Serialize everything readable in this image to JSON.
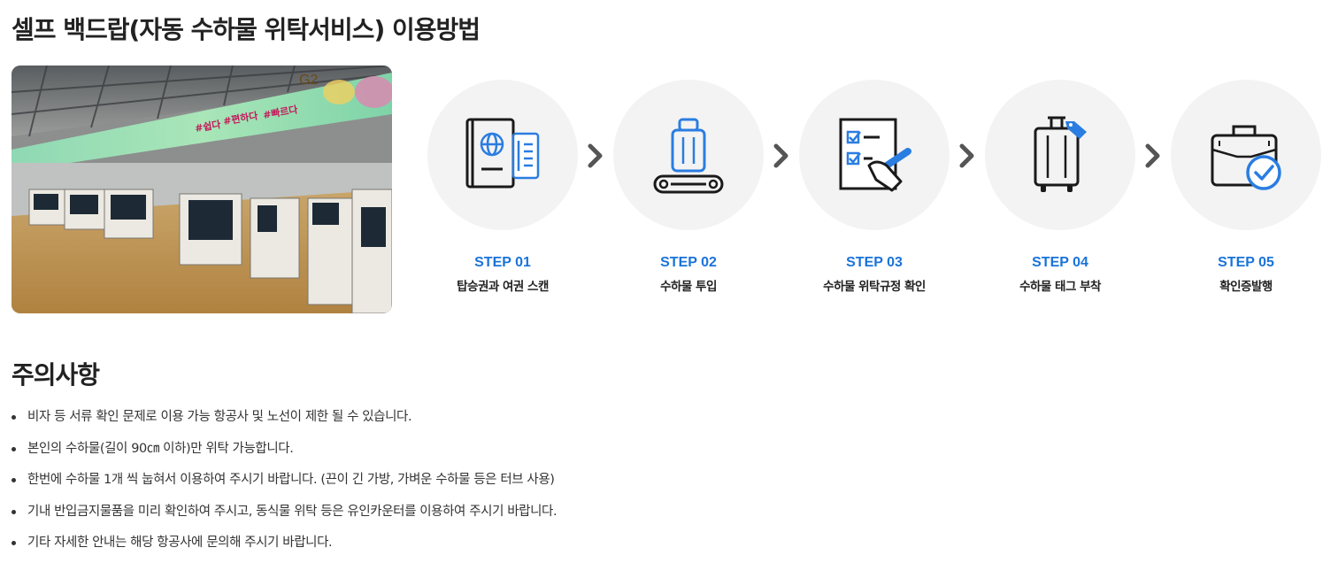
{
  "page": {
    "title": "셀프 백드랍(자동 수하물 위탁서비스) 이용방법"
  },
  "photo": {
    "gate_sign": "G2",
    "banner_texts": [
      "#쉽다",
      "#편하다",
      "#빠르다"
    ]
  },
  "steps": [
    {
      "number": "STEP 01",
      "label": "탑승권과 여권 스캔",
      "icon": "passport-ticket-icon"
    },
    {
      "number": "STEP 02",
      "label": "수하물 투입",
      "icon": "baggage-conveyor-icon"
    },
    {
      "number": "STEP 03",
      "label": "수하물 위탁규정 확인",
      "icon": "checklist-pen-icon"
    },
    {
      "number": "STEP 04",
      "label": "수하물 태그 부착",
      "icon": "luggage-tag-icon"
    },
    {
      "number": "STEP 05",
      "label": "확인증발행",
      "icon": "briefcase-check-icon"
    }
  ],
  "notices": {
    "title": "주의사항",
    "items": [
      "비자 등 서류 확인 문제로 이용 가능 항공사 및 노선이 제한 될 수 있습니다.",
      "본인의 수하물(길이 90㎝ 이하)만 위탁 가능합니다.",
      "한번에 수하물 1개 씩 눕혀서 이용하여 주시기 바랍니다. (끈이 긴 가방, 가벼운 수하물 등은 터브 사용)",
      "기내 반입금지물품을 미리 확인하여 주시고, 동식물 위탁 등은 유인카운터를 이용하여 주시기 바랍니다.",
      "기타 자세한 안내는 해당 항공사에 문의해 주시기 바랍니다."
    ]
  },
  "colors": {
    "accent": "#1a73d9",
    "icon_blue": "#2a7de1",
    "circle_bg": "#f3f3f3",
    "chevron": "#555555"
  }
}
